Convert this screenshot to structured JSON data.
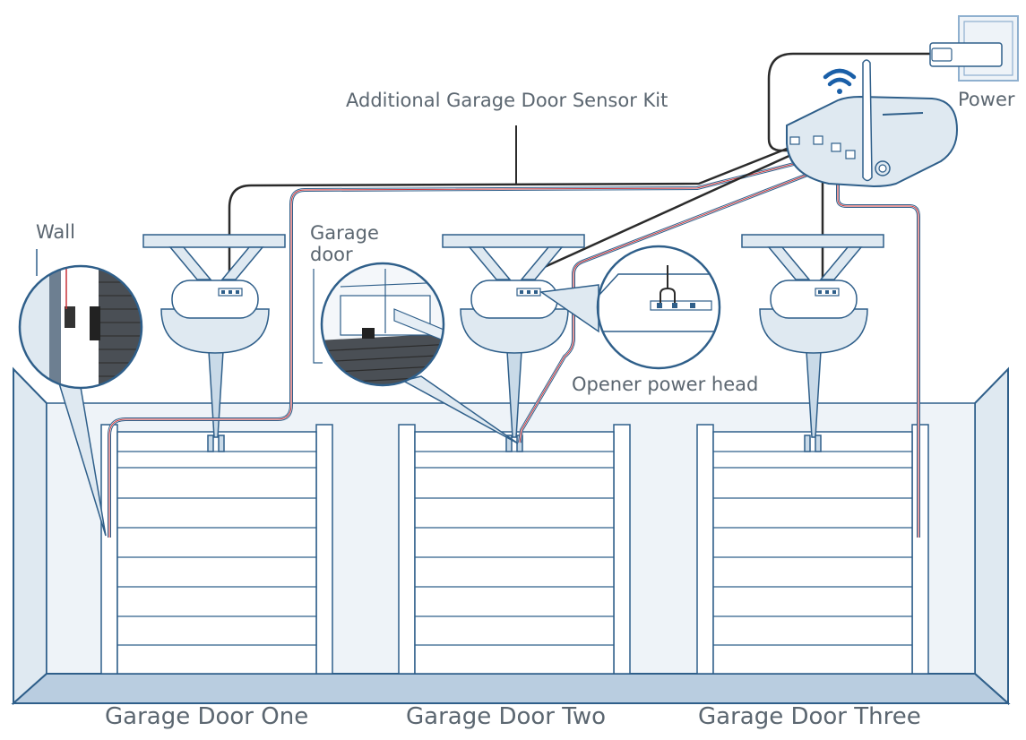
{
  "labels": {
    "sensor_kit": "Additional Garage Door Sensor Kit",
    "power": "Power",
    "wall": "Wall",
    "garage_door": [
      "Garage",
      "door"
    ],
    "opener_power_head": "Opener power head"
  },
  "doors": [
    {
      "title": "Garage Door One"
    },
    {
      "title": "Garage Door Two"
    },
    {
      "title": "Garage Door Three"
    }
  ],
  "colors": {
    "outline": "#2f5f8a",
    "fill_light": "#dfe9f1",
    "fill_mid": "#c9dae8",
    "cable_black": "#2b2b2b",
    "cable_red": "#c9343a",
    "floor": "#b9cde0",
    "text": "#5b6670",
    "wifi": "#1a5fa8"
  },
  "icons": [
    "wifi-icon",
    "power-outlet-icon",
    "antenna-icon"
  ]
}
